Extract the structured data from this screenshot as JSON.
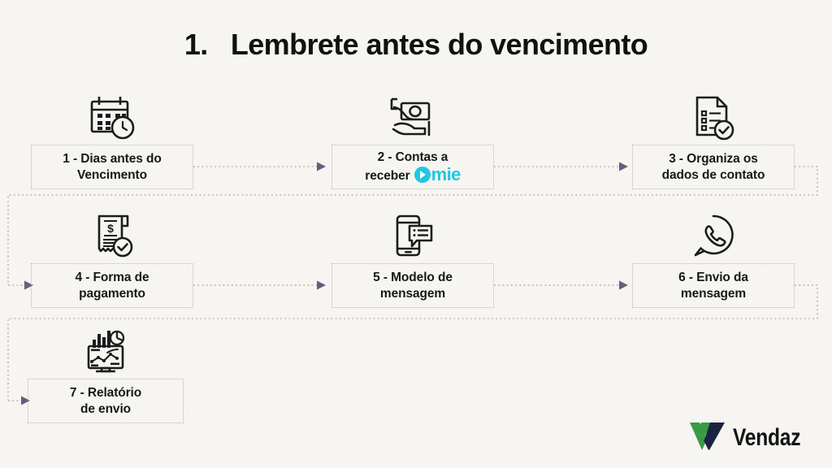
{
  "slide": {
    "title": "1.   Lembrete antes do vencimento",
    "background_color": "#f6f5f2",
    "accent_arrow_color": "#6b5b7b",
    "box_border_color": "#b9b7b2",
    "text_color": "#18181a"
  },
  "steps": [
    {
      "number": "1",
      "label": "1 - Dias antes do\nVencimento",
      "icon": "calendar-clock-icon",
      "row": 1,
      "col": 1
    },
    {
      "number": "2",
      "label": "2 - Contas a\nreceber",
      "icon": "hand-money-icon",
      "row": 1,
      "col": 2,
      "brand_logo": {
        "name": "omie-logo",
        "text": "omie",
        "color": "#1fc8e3"
      }
    },
    {
      "number": "3",
      "label": "3 - Organiza os\ndados de contato",
      "icon": "document-checklist-check-icon",
      "row": 1,
      "col": 3
    },
    {
      "number": "4",
      "label": "4 - Forma de\npagamento",
      "icon": "invoice-dollar-check-icon",
      "row": 2,
      "col": 1
    },
    {
      "number": "5",
      "label": "5 - Modelo de\nmensagem",
      "icon": "phone-message-icon",
      "row": 2,
      "col": 2
    },
    {
      "number": "6",
      "label": "6 - Envio da\nmensagem",
      "icon": "whatsapp-icon",
      "row": 2,
      "col": 3
    },
    {
      "number": "7",
      "label": "7 - Relatório\nde envio",
      "icon": "report-dashboard-icon",
      "row": 3,
      "col": 1
    }
  ],
  "brand": {
    "name": "Vendaz",
    "mark": "vendaz-chevron-logo",
    "green": "#3a9a46",
    "navy": "#1b2340"
  }
}
